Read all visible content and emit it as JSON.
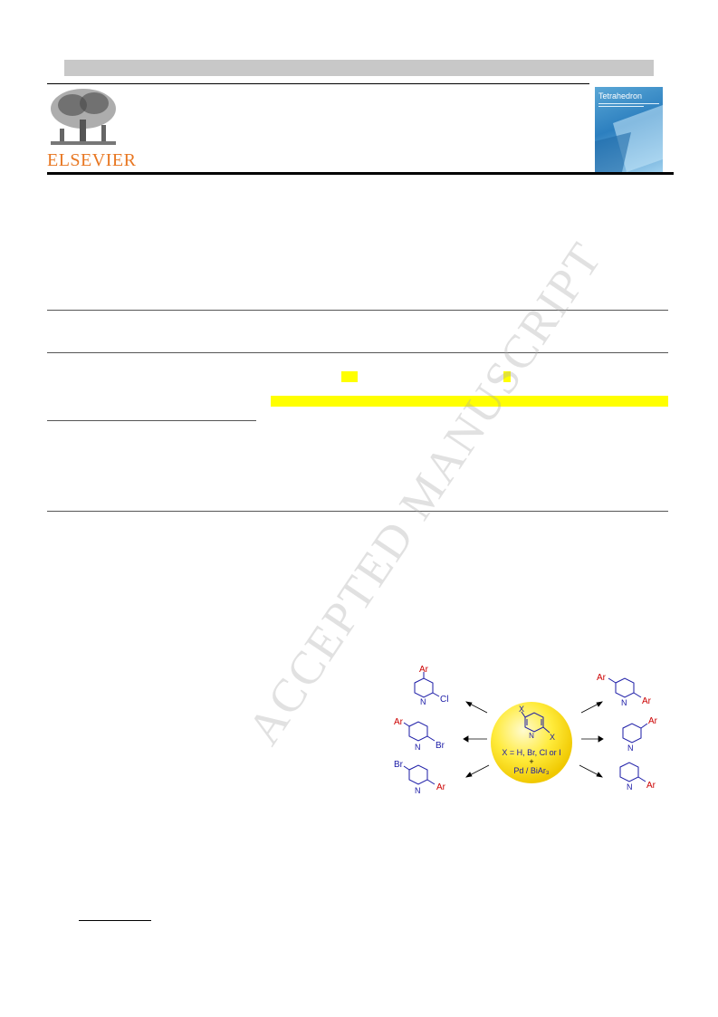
{
  "header": {
    "publisher_logo_text": "ELSEVIER",
    "journal_cover_title": "Tetrahedron"
  },
  "watermark": {
    "text": "ACCEPTED MANUSCRIPT"
  },
  "graphical_abstract": {
    "center_condition_line1": "X = H, Br, Cl or I",
    "center_plus": "+",
    "center_condition_line2": "Pd / BiAr₃",
    "left_products": [
      {
        "substituents": [
          "Ar",
          "N",
          "Cl"
        ]
      },
      {
        "substituents": [
          "Ar",
          "N",
          "Br"
        ]
      },
      {
        "substituents": [
          "Br",
          "N",
          "Ar"
        ]
      }
    ],
    "right_products": [
      {
        "substituents": [
          "Ar",
          "N",
          "Ar"
        ]
      },
      {
        "substituents": [
          "N",
          "Ar"
        ]
      },
      {
        "substituents": [
          "N",
          "Ar"
        ]
      }
    ],
    "colors": {
      "ar_red": "#cc0000",
      "ring_blue": "#1a1aa6",
      "halogen_blue": "#1a1aa6",
      "sphere_yellow": "#ffea3a"
    }
  }
}
